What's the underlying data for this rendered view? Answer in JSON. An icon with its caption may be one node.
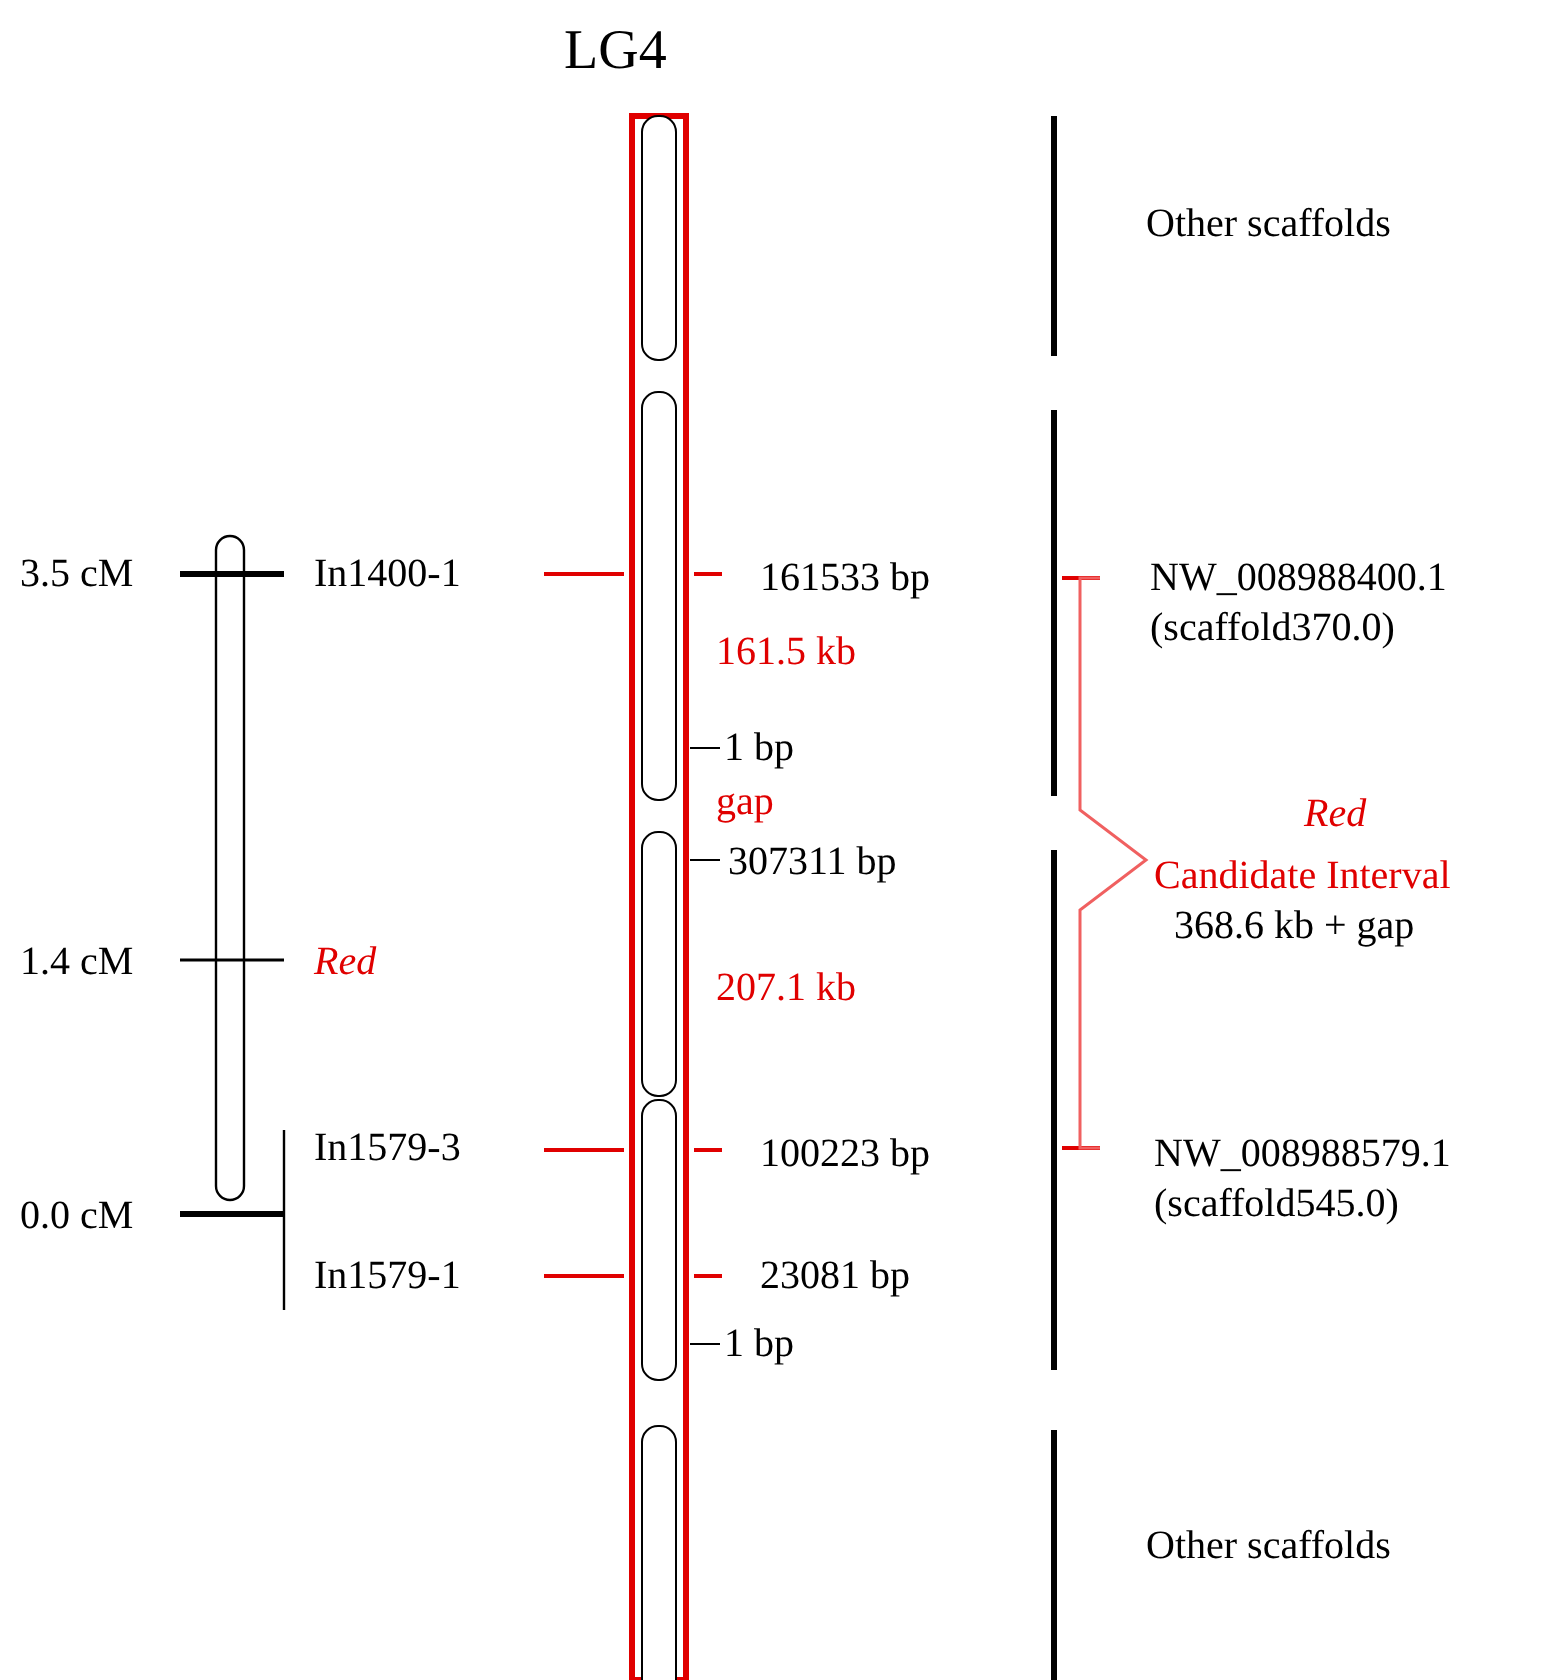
{
  "diagram": {
    "title": "LG4",
    "labels": [
      "Other scaffolds",
      "3.5 cM",
      "In1400-1",
      "161533 bp",
      "NW_008988400.1",
      "(scaffold370.0)",
      "161.5 kb",
      "1 bp",
      "gap",
      "Red",
      "307311 bp",
      "Candidate Interval",
      "368.6 kb + gap",
      "1.4 cM",
      "Red",
      "207.1 kb",
      "In1579-3",
      "100223 bp",
      "NW_008988579.1",
      "0.0 cM",
      "(scaffold545.0)",
      "In1579-1",
      "23081 bp",
      "1 bp",
      "Other scaffolds"
    ]
  }
}
